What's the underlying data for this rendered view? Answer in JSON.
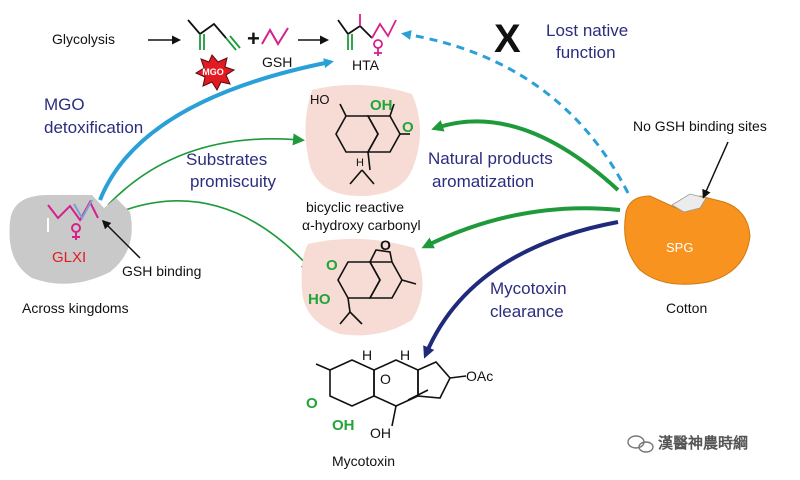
{
  "reaction": {
    "glycolysis": "Glycolysis",
    "mgo": "MGO",
    "plus": "+",
    "gsh": "GSH",
    "product": "HTA"
  },
  "paths": {
    "lost": {
      "mark": "X",
      "line1": "Lost native",
      "line2": "function"
    },
    "mgo_detox": {
      "line1": "MGO",
      "line2": "detoxification"
    },
    "promiscuity": {
      "line1": "Substrates",
      "line2": "promiscuity"
    },
    "aromatization": {
      "line1": "Natural products",
      "line2": "aromatization"
    },
    "mycotoxin_clearance": {
      "line1": "Mycotoxin",
      "line2": "clearance"
    }
  },
  "glxi": {
    "name": "GLXI",
    "binding": "GSH binding",
    "scope": "Across kingdoms"
  },
  "spg": {
    "name": "SPG",
    "note": "No GSH binding sites",
    "source": "Cotton"
  },
  "molecules": {
    "bicyclic": {
      "line1": "bicyclic reactive",
      "line2": "α-hydroxy carbonyl",
      "oh": "OH",
      "ho": "HO",
      "o": "O",
      "h": "H"
    },
    "aromatic": {
      "o": "O",
      "ho": "HO"
    },
    "mycotoxin": {
      "name": "Mycotoxin",
      "oac": "OAc",
      "oh": "OH",
      "o": "O",
      "h": "H"
    }
  },
  "watermark": "漢醫神農時綱",
  "colors": {
    "blue_arrow": "#2aa0d8",
    "green_arrow": "#1e9a3a",
    "navy_arrow": "#1f2a7a",
    "glxi_fill": "#c9c9c9",
    "spg_fill": "#f7931e",
    "mgo_star": "#e21b23",
    "gsh_magenta": "#d6218c",
    "blob_fill": "#f6dcd4"
  }
}
